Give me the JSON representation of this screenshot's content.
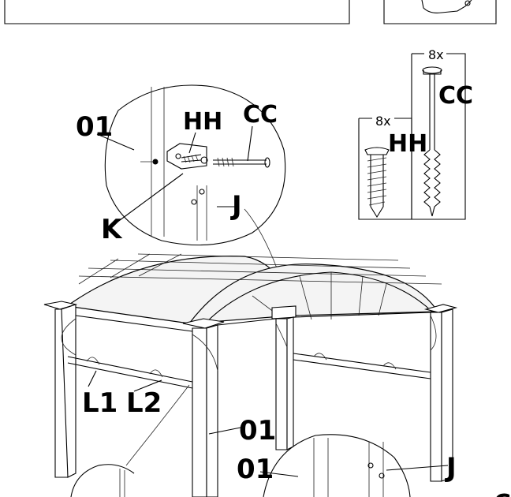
{
  "labels": {
    "part_01_top": "01",
    "hh_detail": "HH",
    "cc_detail": "CC",
    "k": "K",
    "j_detail": "J",
    "l1": "L1",
    "l2": "L2",
    "part_01_post": "01",
    "part_01_lower": "01",
    "j_lower": "J",
    "cc_partial": "CC"
  },
  "hardware": {
    "hh": {
      "qty": "8x",
      "code": "HH"
    },
    "cc": {
      "qty": "8x",
      "code": "CC"
    }
  },
  "icons": {
    "hh_screw": "wood-screw-icon",
    "cc_bolt": "long-bolt-icon",
    "bracket": "bracket-icon"
  }
}
